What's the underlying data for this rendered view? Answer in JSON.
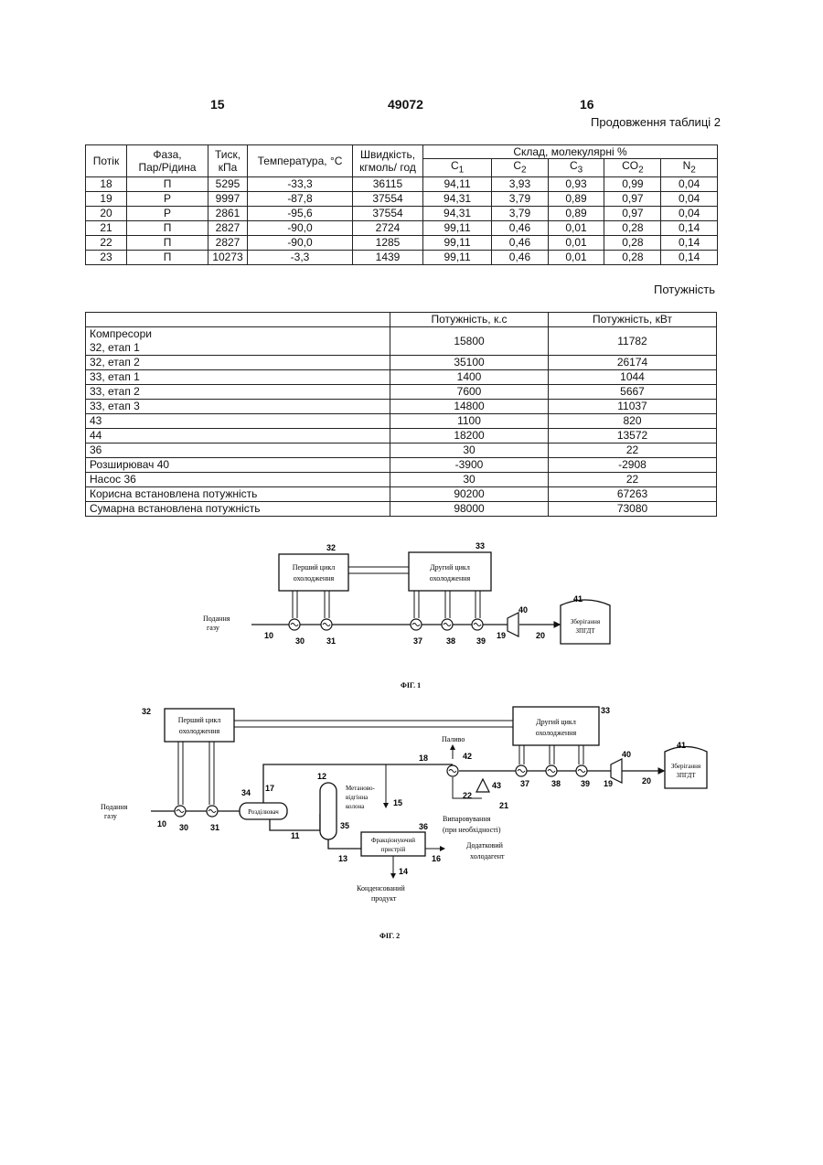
{
  "header": {
    "page_left": "15",
    "patent_no": "49072",
    "page_right": "16",
    "continuation": "Продовження таблиці 2"
  },
  "table1": {
    "col_stream": "Потік",
    "col_phase": [
      "Фаза,",
      "Пар/Рідина"
    ],
    "col_pressure": [
      "Тиск,",
      "кПа"
    ],
    "col_temp": "Температура, °С",
    "col_rate": [
      "Швидкість,",
      "кгмоль/ год"
    ],
    "col_comp": "Склад, молекулярні %",
    "comp_cols": [
      {
        "base": "C",
        "sub": "1"
      },
      {
        "base": "C",
        "sub": "2"
      },
      {
        "base": "C",
        "sub": "3"
      },
      {
        "base": "CO",
        "sub": "2"
      },
      {
        "base": "N",
        "sub": "2"
      }
    ],
    "rows": [
      [
        "18",
        "П",
        "5295",
        "-33,3",
        "36115",
        "94,11",
        "3,93",
        "0,93",
        "0,99",
        "0,04"
      ],
      [
        "19",
        "Р",
        "9997",
        "-87,8",
        "37554",
        "94,31",
        "3,79",
        "0,89",
        "0,97",
        "0,04"
      ],
      [
        "20",
        "Р",
        "2861",
        "-95,6",
        "37554",
        "94,31",
        "3,79",
        "0,89",
        "0,97",
        "0,04"
      ],
      [
        "21",
        "П",
        "2827",
        "-90,0",
        "2724",
        "99,11",
        "0,46",
        "0,01",
        "0,28",
        "0,14"
      ],
      [
        "22",
        "П",
        "2827",
        "-90,0",
        "1285",
        "99,11",
        "0,46",
        "0,01",
        "0,28",
        "0,14"
      ],
      [
        "23",
        "П",
        "10273",
        "-3,3",
        "1439",
        "99,11",
        "0,46",
        "0,01",
        "0,28",
        "0,14"
      ]
    ]
  },
  "power_label": "Потужність",
  "table2": {
    "col_hp": "Потужність,  к.с",
    "col_kw": "Потужність,  кВт",
    "rows": [
      {
        "name": "Компресори\n32, етап 1",
        "hp": "15800",
        "kw": "11782"
      },
      {
        "name": "32, етап 2",
        "hp": "35100",
        "kw": "26174"
      },
      {
        "name": "33, етап 1",
        "hp": "1400",
        "kw": "1044"
      },
      {
        "name": "33, етап 2",
        "hp": "7600",
        "kw": "5667"
      },
      {
        "name": "33, етап 3",
        "hp": "14800",
        "kw": "11037"
      },
      {
        "name": "43",
        "hp": "1100",
        "kw": "820"
      },
      {
        "name": "44",
        "hp": "18200",
        "kw": "13572"
      },
      {
        "name": "36",
        "hp": "30",
        "kw": "22"
      },
      {
        "name": "Розширювач 40",
        "hp": "-3900",
        "kw": "-2908"
      },
      {
        "name": "Насос 36",
        "hp": "30",
        "kw": "22"
      },
      {
        "name": "Корисна встановлена потужність",
        "hp": "90200",
        "kw": "67263"
      },
      {
        "name": "Сумарна встановлена потужність",
        "hp": "98000",
        "kw": "73080"
      }
    ]
  },
  "fig1": {
    "caption": "ФІГ. 1",
    "box1": [
      "Перший цикл",
      "охолодження"
    ],
    "box2": [
      "Другий цикл",
      "охолодження"
    ],
    "storage": [
      "Зберігання",
      "ЗПГДТ"
    ],
    "feed": [
      "Подання",
      "газу"
    ],
    "labels": [
      "32",
      "33",
      "10",
      "30",
      "31",
      "37",
      "38",
      "39",
      "40",
      "19",
      "20",
      "41"
    ]
  },
  "fig2": {
    "caption": "ФІГ. 2",
    "box1": [
      "Перший цикл",
      "охолодження"
    ],
    "box2": [
      "Другий цикл",
      "охолодження"
    ],
    "storage": [
      "Зберігання",
      "ЗПГДТ"
    ],
    "feed": [
      "Подання",
      "газу"
    ],
    "separator": "Розділювач",
    "column": [
      "Метаново-",
      "відгінна",
      "колона"
    ],
    "fractionator": [
      "Фракціонуючий",
      "пристрій"
    ],
    "fuel": "Паливо",
    "evap": [
      "Випаровування",
      "(при необхідності)"
    ],
    "refrig": [
      "Додатковий",
      "холодагент"
    ],
    "condensate": [
      "Конденсований",
      "продукт"
    ],
    "labels": [
      "32",
      "33",
      "34",
      "17",
      "12",
      "18",
      "42",
      "43",
      "21",
      "22",
      "15",
      "36",
      "35",
      "11",
      "13",
      "14",
      "16",
      "10",
      "30",
      "31",
      "37",
      "38",
      "39",
      "40",
      "19",
      "20",
      "41"
    ]
  }
}
